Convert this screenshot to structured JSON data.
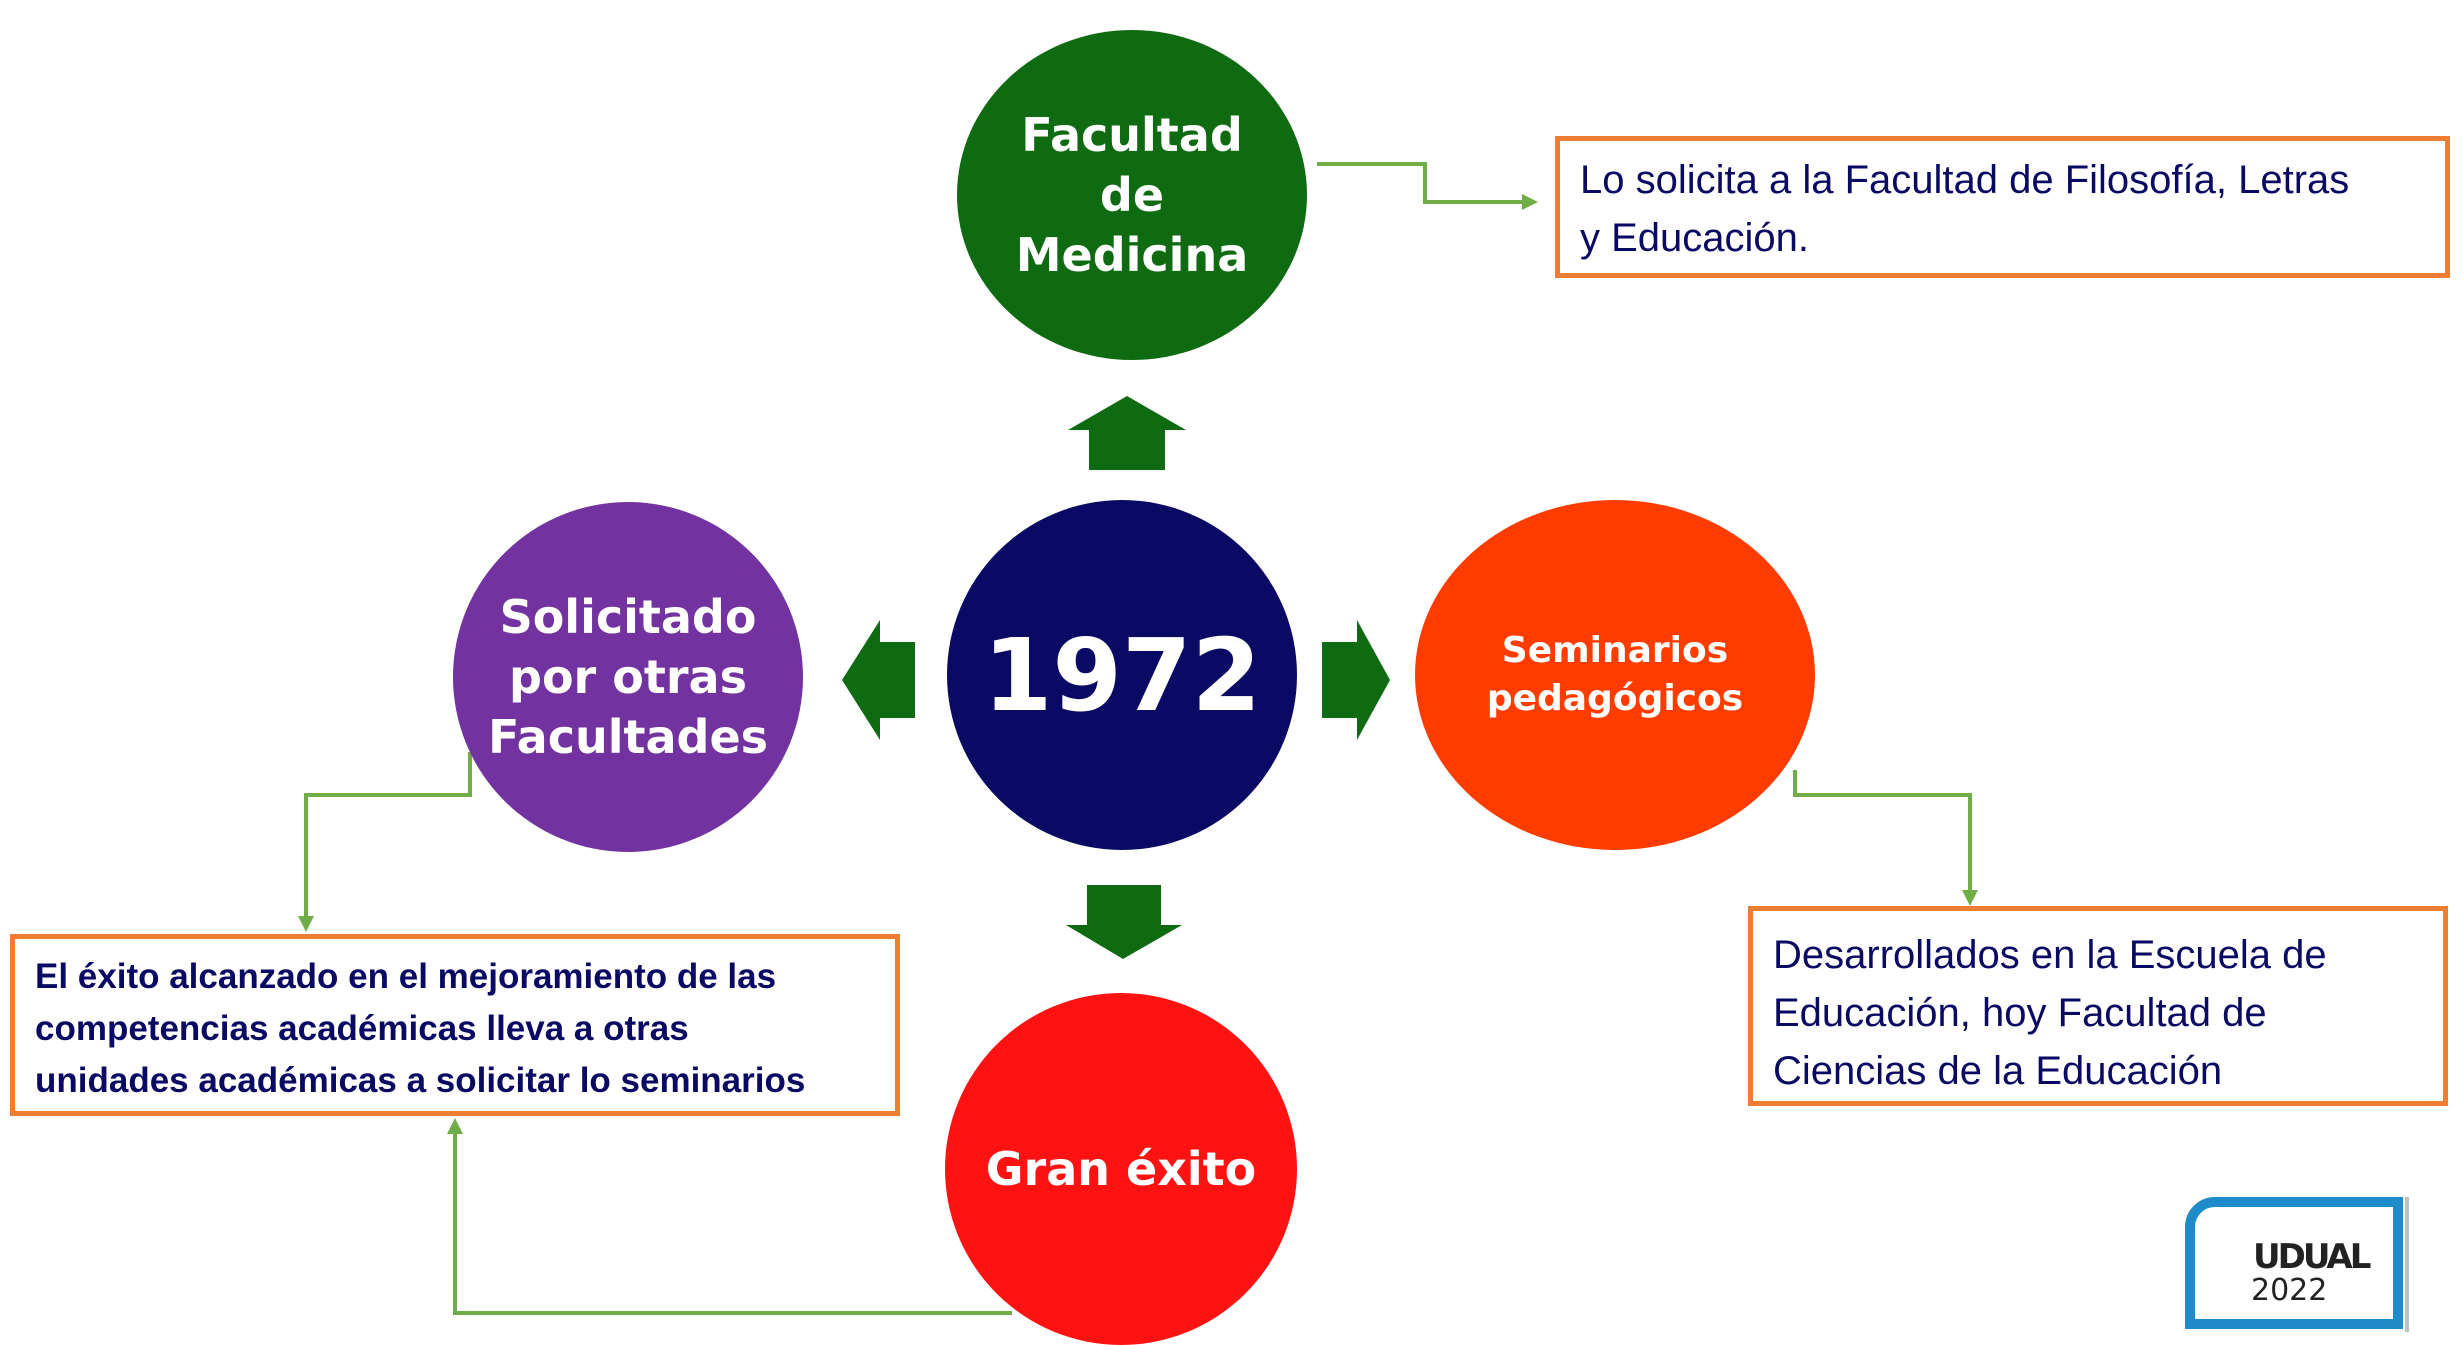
{
  "center": {
    "label": "1972"
  },
  "nodes": {
    "medicina": {
      "lines": [
        "Facultad",
        "de",
        "Medicina"
      ]
    },
    "solicitado": {
      "lines": [
        "Solicitado",
        "por otras",
        "Facultades"
      ]
    },
    "seminarios": {
      "lines": [
        "Seminarios",
        "pedagógicos"
      ]
    },
    "exito": {
      "label": "Gran éxito"
    }
  },
  "boxes": {
    "filosofia": {
      "lines": [
        "Lo solicita a la Facultad de Filosofía, Letras",
        "y Educación."
      ]
    },
    "escuela": {
      "lines": [
        "Desarrollados en la Escuela de",
        "Educación, hoy Facultad de",
        "Ciencias de la Educación"
      ]
    },
    "exito": {
      "lines": [
        "El éxito alcanzado en el mejoramiento de las",
        "competencias académicas lleva a otras",
        "unidades académicas a solicitar lo seminarios"
      ]
    }
  },
  "logo": {
    "mark": "UDUAL",
    "year": "2022"
  },
  "colors": {
    "node_medicina": "#0f6b12",
    "node_center": "#0a0a64",
    "node_solicitado": "#7232a0",
    "node_seminarios": "#ff3c00",
    "node_exito": "#ff1212",
    "arrow_block": "#0f6b12",
    "connector": "#70ad47",
    "box_border": "#ed7d31",
    "box_text": "#0a0a64"
  }
}
